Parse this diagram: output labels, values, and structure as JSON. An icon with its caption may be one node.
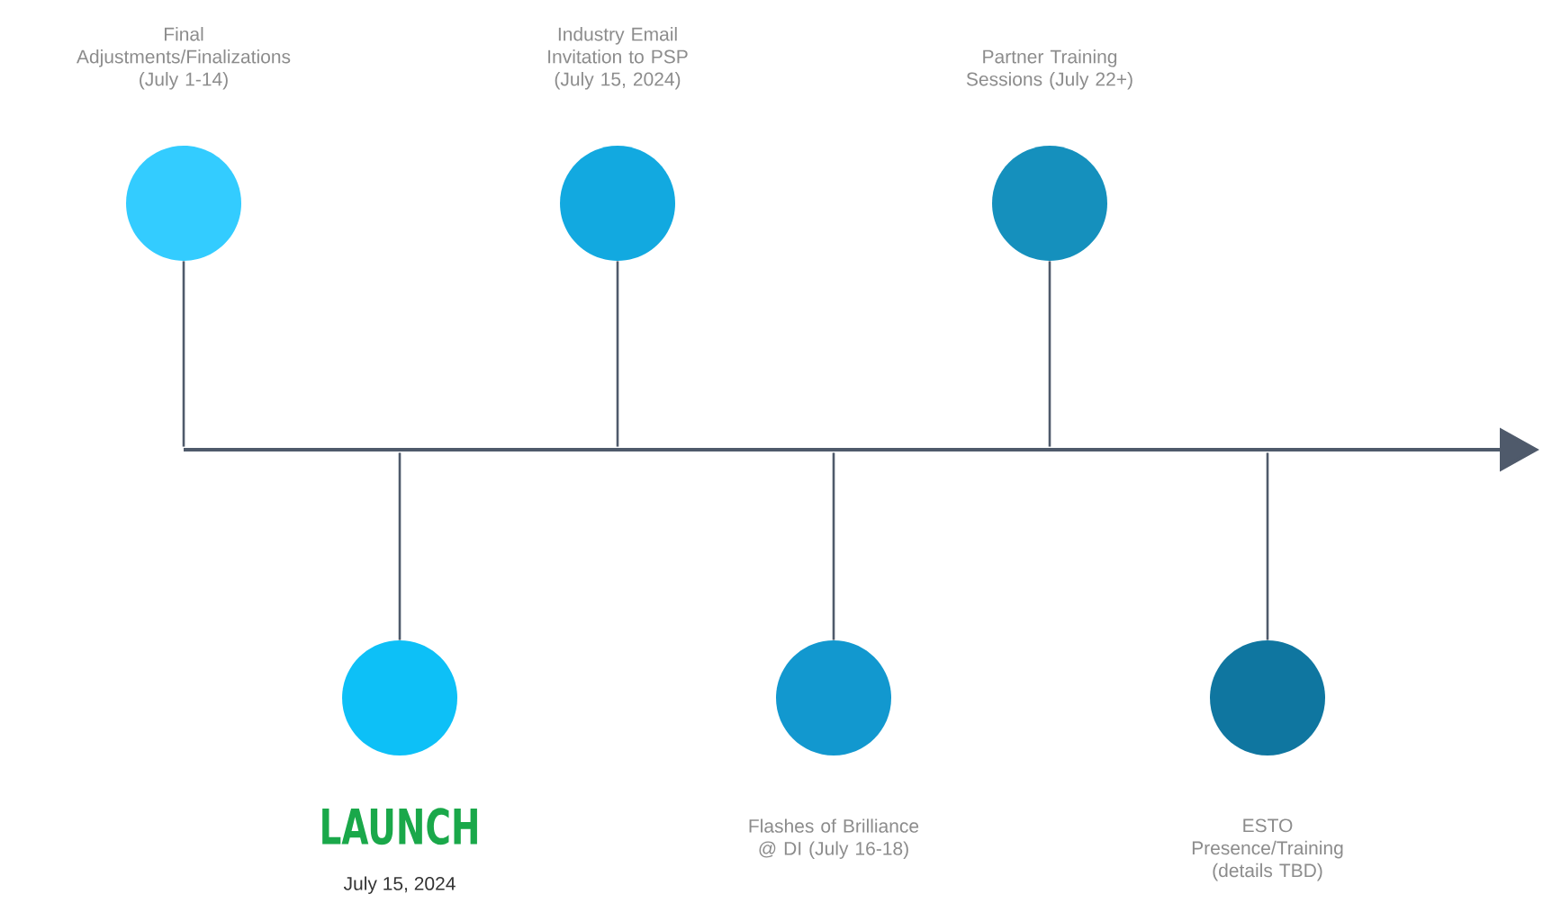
{
  "diagram": {
    "nodes": [
      {
        "text": [
          "Final Adjustments/Finalizations (July 1-14)"
        ]
      },
      {
        "text": [
          "LAUNCH",
          "July 15, 2024"
        ]
      },
      {
        "text": [
          "Industry Email Invitation to PSP (July 15, 2024)"
        ]
      },
      {
        "text": [
          "Flashes of Brilliance @ DI (July 16-18)"
        ]
      },
      {
        "text": [
          "Partner Training Sessions (July 22+)"
        ]
      },
      {
        "text": [
          "ESTO Presence/Training (details TBD)"
        ]
      },
      {
        "text": [],
        "shape": "arrow"
      }
    ],
    "edges": [
      {
        "from": 0,
        "to": 6,
        "arrow": "none"
      },
      {
        "from": 1,
        "to": 6,
        "arrow": "none"
      },
      {
        "from": 2,
        "to": 6,
        "arrow": "none"
      },
      {
        "from": 3,
        "to": 6,
        "arrow": "none"
      },
      {
        "from": 4,
        "to": 6,
        "arrow": "none"
      },
      {
        "from": 5,
        "to": 6,
        "arrow": "none"
      }
    ]
  }
}
